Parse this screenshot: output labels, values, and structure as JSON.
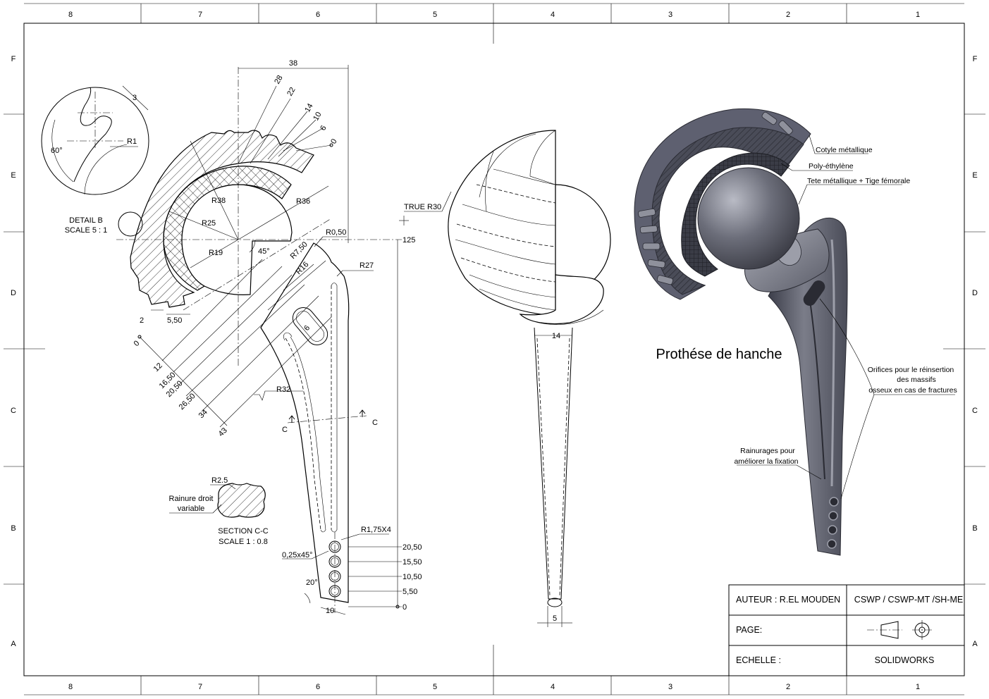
{
  "sheet": {
    "columns_top": [
      "8",
      "7",
      "6",
      "5",
      "4",
      "3",
      "2",
      "1"
    ],
    "columns_bottom": [
      "8",
      "7",
      "6",
      "5",
      "4",
      "3",
      "2",
      "1"
    ],
    "rows_left": [
      "F",
      "E",
      "D",
      "C",
      "B",
      "A"
    ],
    "rows_right": [
      "F",
      "E",
      "D",
      "C",
      "B",
      "A"
    ]
  },
  "title": "Prothése de hanche",
  "detail_b": {
    "label": "DETAIL B",
    "scale": "SCALE 5 : 1",
    "dims": {
      "d3": "3",
      "angle": "60°",
      "r1": "R1"
    }
  },
  "section_cc": {
    "label": "SECTION C-C",
    "scale": "SCALE 1 : 0.8",
    "r": "R2.5",
    "note_line1": "Rainure droit",
    "note_line2": "variable",
    "marker": "C"
  },
  "front_view_dims": {
    "d38": "38",
    "d28": "28",
    "d22": "22",
    "d14": "14",
    "d10": "10",
    "d6": "6",
    "d0": "0",
    "r38": "R38",
    "r36": "R36",
    "r25": "R25",
    "r19": "R19",
    "a45": "45°",
    "r0_50": "R0,50",
    "r7_50": "R7,50",
    "r16": "R16",
    "r27": "R27",
    "r32": "R32",
    "d6b": "6",
    "d2": "2",
    "d5_50": "5,50",
    "d0b": "0",
    "d12": "12",
    "d16_50": "16,50",
    "d20_50": "20,50",
    "d26_50": "26,50",
    "d34": "34",
    "d43": "43",
    "r1_75": "R1,75X4",
    "chamfer": "0,25x45°",
    "a20": "20°",
    "d10b": "10",
    "h125": "125",
    "h20_50": "20,50",
    "h15_50": "15,50",
    "h10_50": "10,50",
    "h5_50": "5,50",
    "h0": "0"
  },
  "side_view_dims": {
    "true_r30": "TRUE R30",
    "d14": "14",
    "d5": "5"
  },
  "callouts": {
    "cotyle": "Cotyle métallique",
    "polyethylene": "Poly-éthylène",
    "tete": "Tete métallique + Tige fémorale",
    "orifices_1": "Orifices pour le réinsertion",
    "orifices_2": "des massifs",
    "orifices_3": "osseux en cas de fractures",
    "rainurages_1": "Rainurages  pour",
    "rainurages_2": "améliorer la fixation"
  },
  "title_block": {
    "author_label": "AUTEUR :  R.EL MOUDEN",
    "cert": "CSWP / CSWP-MT /SH-ME",
    "page_label": "PAGE:",
    "scale_label": "ECHELLE :",
    "software": "SOLIDWORKS"
  },
  "colors": {
    "render_dark": "#3c3e4a",
    "render_mid": "#6b6d7a",
    "render_light": "#a4a6b0"
  }
}
